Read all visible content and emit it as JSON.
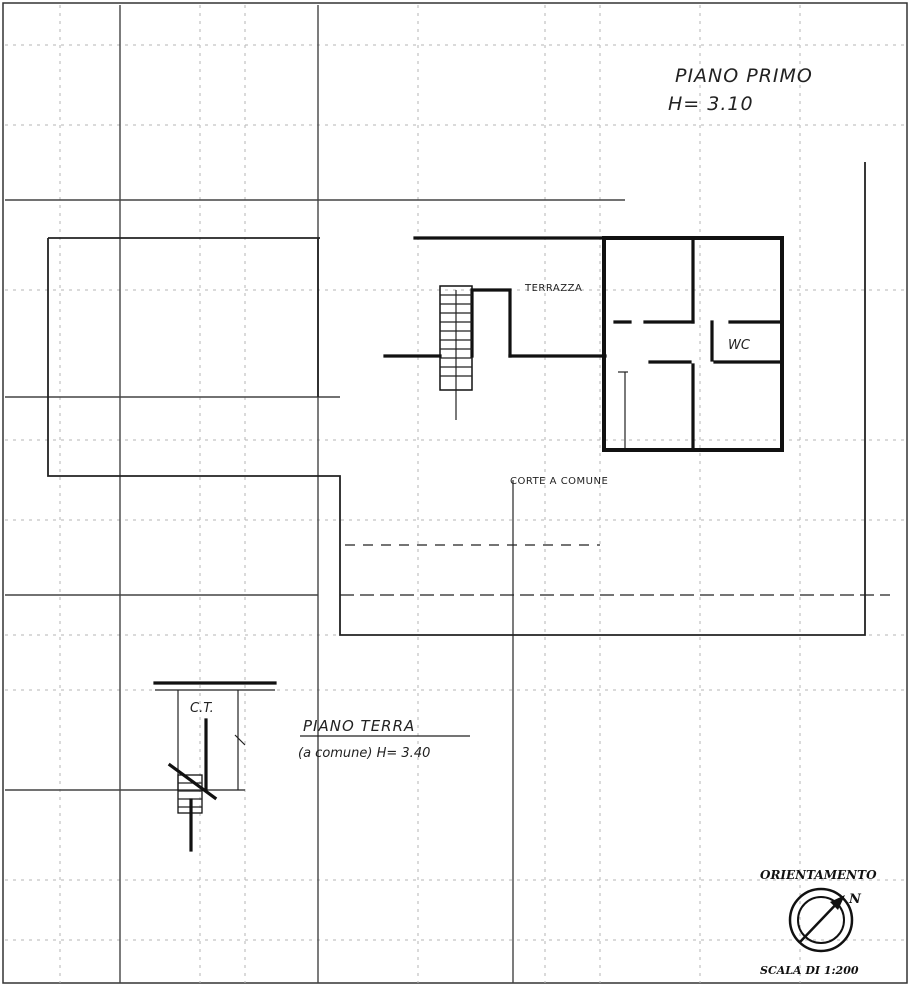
{
  "drawing": {
    "first_floor_title": "PIANO PRIMO",
    "first_floor_height": "H= 3.10",
    "terrace_label": "TERRAZZA",
    "wc_label": "WC",
    "common_courtyard_label": "CORTE A COMUNE",
    "central_heating_label": "C.T.",
    "ground_floor_title": "PIANO TERRA",
    "ground_floor_subtitle": "(a comune) H= 3.40",
    "orientation_label": "ORIENTAMENTO",
    "north_label": "N",
    "scale_label": "SCALA DI 1:200"
  },
  "colors": {
    "ink": "#111111",
    "grid": "#b5b5b5",
    "paper": "#ffffff"
  }
}
